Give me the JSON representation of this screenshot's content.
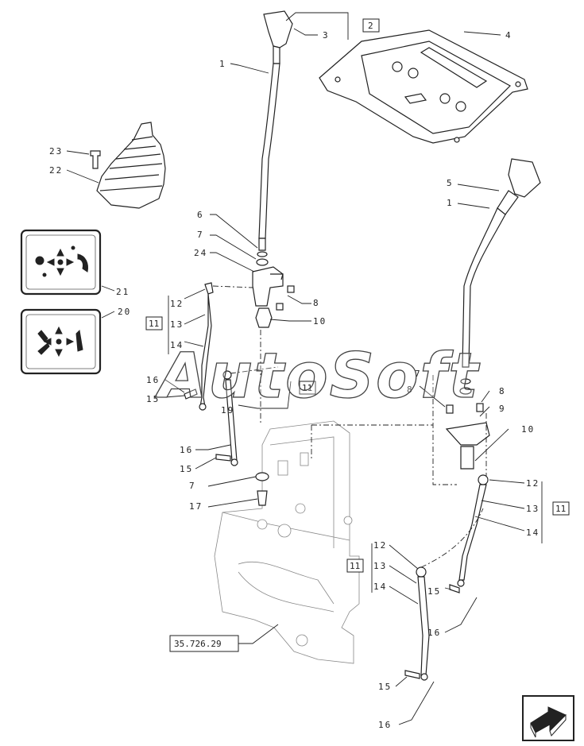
{
  "callouts": [
    {
      "id": "c1a",
      "text": "1"
    },
    {
      "id": "c1b",
      "text": "1"
    },
    {
      "id": "c3",
      "text": "3"
    },
    {
      "id": "c4",
      "text": "4"
    },
    {
      "id": "c5",
      "text": "5"
    },
    {
      "id": "c6",
      "text": "6"
    },
    {
      "id": "c7a",
      "text": "7"
    },
    {
      "id": "c7b",
      "text": "7"
    },
    {
      "id": "c7c",
      "text": "7"
    },
    {
      "id": "c8a",
      "text": "8"
    },
    {
      "id": "c8b",
      "text": "8"
    },
    {
      "id": "c8c",
      "text": "8"
    },
    {
      "id": "c9",
      "text": "9"
    },
    {
      "id": "c10a",
      "text": "10"
    },
    {
      "id": "c10b",
      "text": "10"
    },
    {
      "id": "c12a",
      "text": "12"
    },
    {
      "id": "c12b",
      "text": "12"
    },
    {
      "id": "c12c",
      "text": "12"
    },
    {
      "id": "c13a",
      "text": "13"
    },
    {
      "id": "c13b",
      "text": "13"
    },
    {
      "id": "c13c",
      "text": "13"
    },
    {
      "id": "c14a",
      "text": "14"
    },
    {
      "id": "c14b",
      "text": "14"
    },
    {
      "id": "c14c",
      "text": "14"
    },
    {
      "id": "c15a",
      "text": "15"
    },
    {
      "id": "c15b",
      "text": "15"
    },
    {
      "id": "c15c",
      "text": "15"
    },
    {
      "id": "c15d",
      "text": "15"
    },
    {
      "id": "c16a",
      "text": "16"
    },
    {
      "id": "c16b",
      "text": "16"
    },
    {
      "id": "c16c",
      "text": "16"
    },
    {
      "id": "c16d",
      "text": "16"
    },
    {
      "id": "c17",
      "text": "17"
    },
    {
      "id": "c19",
      "text": "19"
    },
    {
      "id": "c20",
      "text": "20"
    },
    {
      "id": "c21",
      "text": "21"
    },
    {
      "id": "c22",
      "text": "22"
    },
    {
      "id": "c23",
      "text": "23"
    },
    {
      "id": "c24",
      "text": "24"
    }
  ],
  "boxed_refs": [
    {
      "id": "b2",
      "text": "2"
    },
    {
      "id": "b11a",
      "text": "11"
    },
    {
      "id": "b11b",
      "text": "11"
    },
    {
      "id": "b11c",
      "text": "11"
    },
    {
      "id": "b11d",
      "text": "11"
    }
  ],
  "reference_code": "35.726.29",
  "watermark": "AutoSoft",
  "icons": {
    "nav": "next-page-arrow-icon",
    "decal_1": "joystick-function-decal-icon",
    "decal_2": "joystick-function-decal-icon"
  },
  "colors": {
    "line": "#222222",
    "ghost": "#888888",
    "background": "#ffffff"
  }
}
